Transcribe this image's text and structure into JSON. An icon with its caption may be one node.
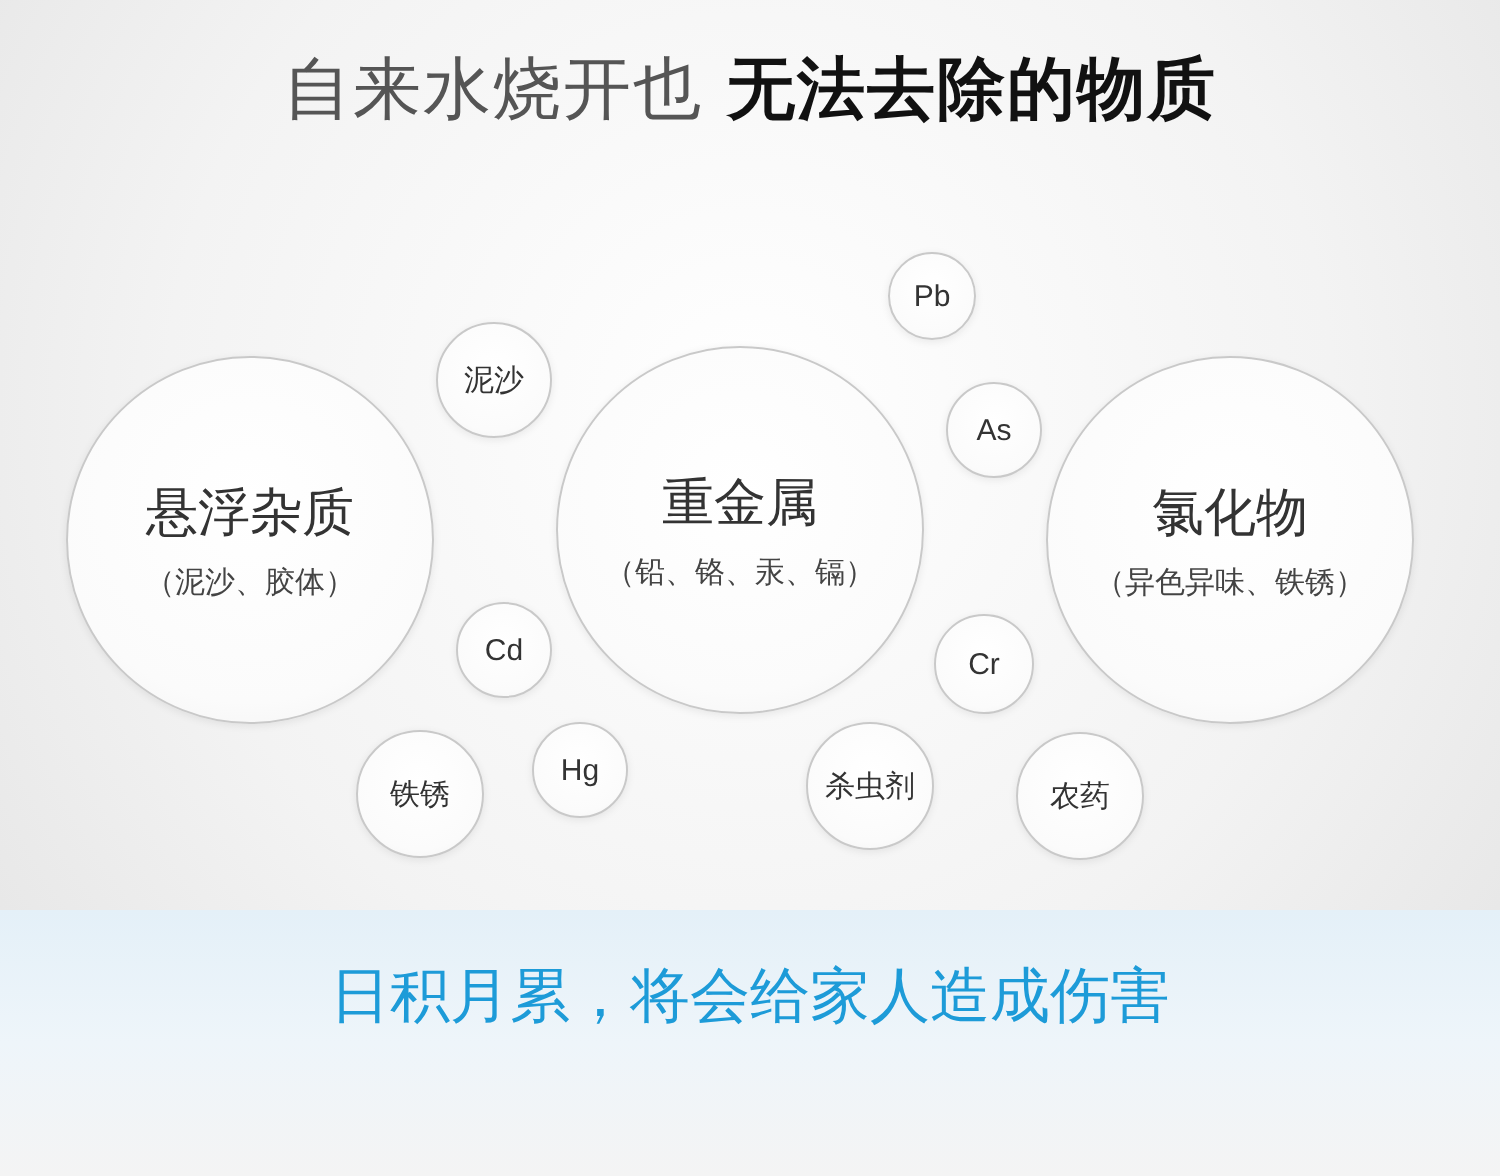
{
  "diagram": {
    "title": "自来水烧开也 **无法去除的物质**",
    "nodes": [
      {
        "text": [
          "悬浮杂质",
          "（泥沙、胶体）"
        ]
      },
      {
        "text": [
          "泥沙"
        ]
      },
      {
        "text": [
          "重金属",
          "（铅、铬、汞、镉）"
        ]
      },
      {
        "text": [
          "Pb"
        ]
      },
      {
        "text": [
          "As"
        ]
      },
      {
        "text": [
          "氯化物",
          "（异色异味、铁锈）"
        ]
      },
      {
        "text": [
          "Cd"
        ]
      },
      {
        "text": [
          "Cr"
        ]
      },
      {
        "text": [
          "Hg"
        ]
      },
      {
        "text": [
          "铁锈"
        ]
      },
      {
        "text": [
          "杀虫剂"
        ]
      },
      {
        "text": [
          "农药"
        ]
      }
    ],
    "labels": [
      "日积月累，将会给家人造成伤害"
    ]
  }
}
